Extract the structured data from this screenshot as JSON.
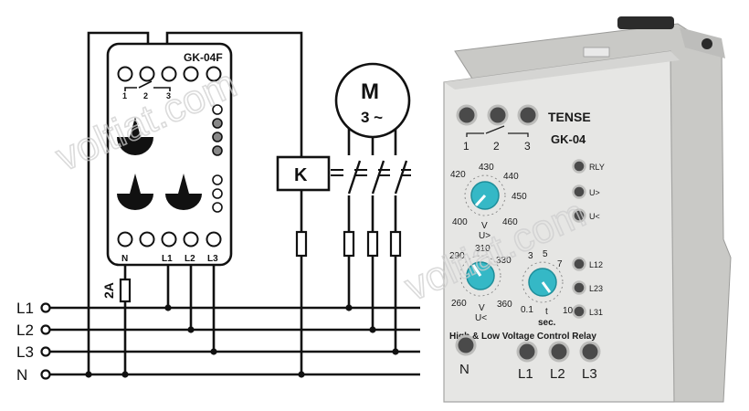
{
  "diagram": {
    "model_label": "GK-04F",
    "contact_labels": [
      "1",
      "2",
      "3"
    ],
    "terminal_labels": [
      "N",
      "L1",
      "L2",
      "L3"
    ],
    "motor_symbol": "M",
    "motor_phase": "3 ~",
    "contactor_symbol": "K",
    "fuse_label": "2A",
    "lines": [
      "L1",
      "L2",
      "L3",
      "N"
    ]
  },
  "device": {
    "brand": "TENSE",
    "model": "GK-04",
    "contact_labels": [
      "1",
      "2",
      "3"
    ],
    "led_labels": [
      "RLY",
      "U>",
      "U<",
      "L12",
      "L23",
      "L31"
    ],
    "dial_over": {
      "unit": "V",
      "symbol": "U>",
      "ticks": [
        "420",
        "430",
        "440",
        "450",
        "460",
        "400"
      ]
    },
    "dial_under": {
      "unit": "V",
      "symbol": "U<",
      "ticks": [
        "290",
        "310",
        "330",
        "360",
        "260"
      ]
    },
    "dial_time": {
      "unit": "t",
      "symbol": "sec.",
      "ticks": [
        "3",
        "5",
        "7",
        "10",
        "0.1"
      ]
    },
    "title": "High & Low Voltage Control Relay",
    "terminal_labels": [
      "N",
      "L1",
      "L2",
      "L3"
    ]
  },
  "watermarks": [
    "voltiat.com",
    "voltiat.com"
  ],
  "colors": {
    "knob": "#35b8c6",
    "panel": "#e6e6e4",
    "line": "#111111"
  }
}
